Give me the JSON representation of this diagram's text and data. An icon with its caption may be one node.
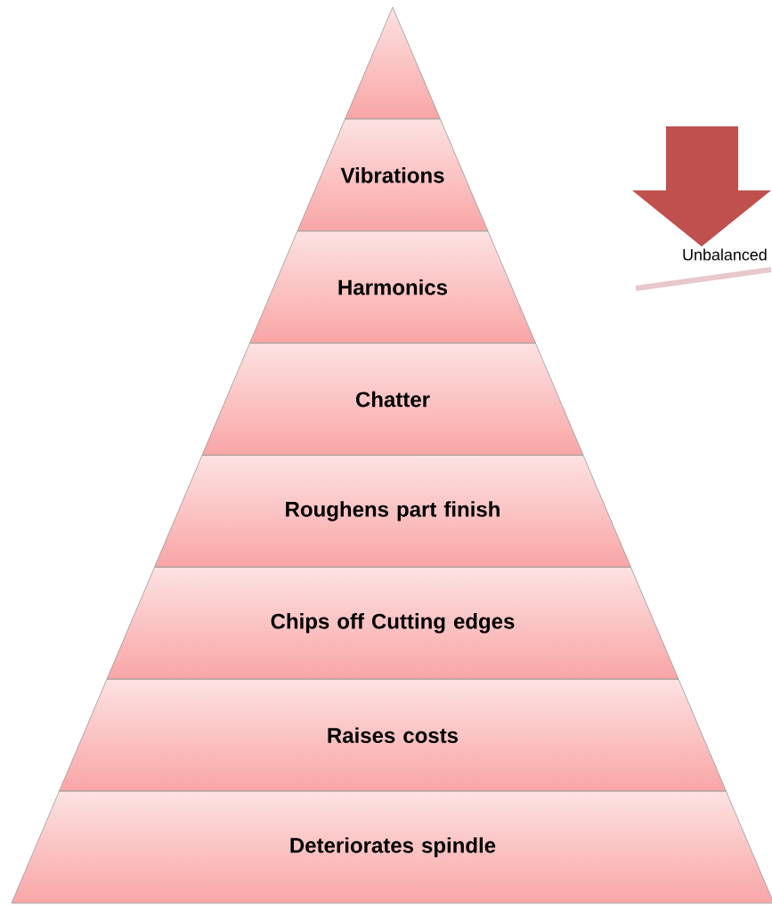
{
  "diagram": {
    "nodes": [
      {
        "text": [],
        "shape": "triangle"
      },
      {
        "text": [
          "Vibrations"
        ]
      },
      {
        "text": [
          "Harmonics"
        ]
      },
      {
        "text": [
          "Chatter"
        ]
      },
      {
        "text": [
          "Roughens part finish"
        ]
      },
      {
        "text": [
          "Chips off Cutting edges"
        ]
      },
      {
        "text": [
          "Raises costs"
        ]
      },
      {
        "text": [
          "Deteriorates spindle"
        ]
      }
    ],
    "labels": [
      "Unbalanced"
    ]
  }
}
